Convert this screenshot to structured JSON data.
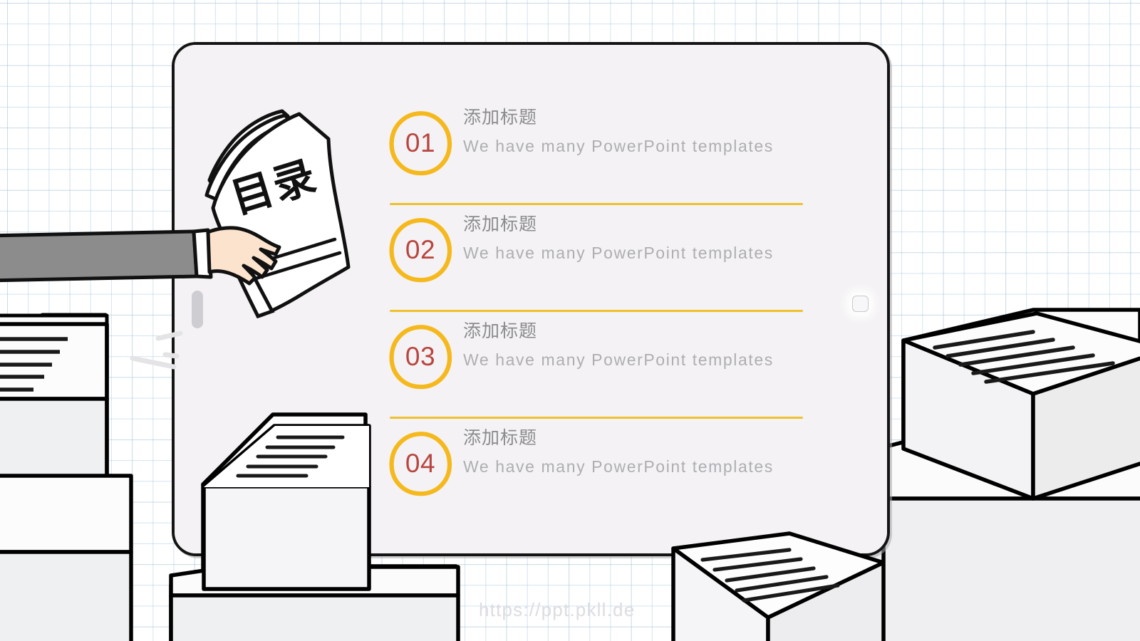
{
  "slide": {
    "type": "agenda-slide",
    "heading_chinese": "目录",
    "watermark": "https://ppt.pkll.de",
    "background": "graph-paper-grid",
    "colors": {
      "accent_circle": "#F5B91E",
      "accent_divider": "#EFC12D",
      "number_text": "#B8453F",
      "title_text": "#8B8B8D",
      "subtitle_text": "#AEAEB2",
      "grid_line": "#96BEDC",
      "device_outline": "#141414",
      "screen_bg": "#F4F2F4",
      "sleeve": "#8C8C8C",
      "skin": "#FCE3CD",
      "watermark_text": "#DCDCE2"
    }
  },
  "device": {
    "name": "tablet",
    "speaker": "speaker-pill",
    "home_button": "home-button"
  },
  "illustration": {
    "hand_document_label": "目录",
    "hand": "hand-holding-document",
    "boxes_label": "isometric-document-boxes",
    "motion_lines": "motion-streaks"
  },
  "agenda": {
    "items": [
      {
        "number": "01",
        "title": "添加标题",
        "subtitle": "We have many PowerPoint templates"
      },
      {
        "number": "02",
        "title": "添加标题",
        "subtitle": "We have many PowerPoint templates"
      },
      {
        "number": "03",
        "title": "添加标题",
        "subtitle": "We have many PowerPoint templates"
      },
      {
        "number": "04",
        "title": "添加标题",
        "subtitle": "We have many PowerPoint templates"
      }
    ]
  }
}
